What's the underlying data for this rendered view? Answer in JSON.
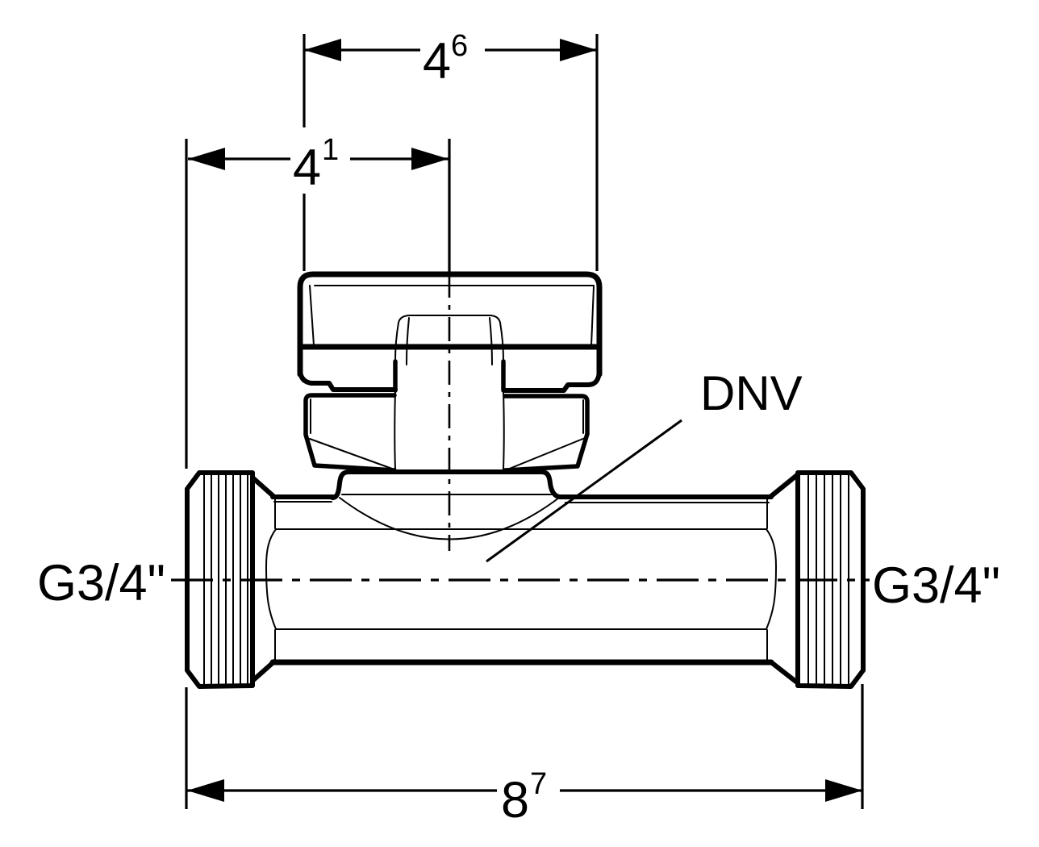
{
  "labels": {
    "part": "DNV",
    "thread_left": "G3/4\"",
    "thread_right": "G3/4\""
  },
  "dimensions": {
    "handle_width": {
      "base": "4",
      "sup": "6"
    },
    "left_to_axis": {
      "base": "4",
      "sup": "1"
    },
    "overall": {
      "base": "8",
      "sup": "7"
    }
  },
  "colors": {
    "line": "#000000",
    "background": "#ffffff"
  }
}
